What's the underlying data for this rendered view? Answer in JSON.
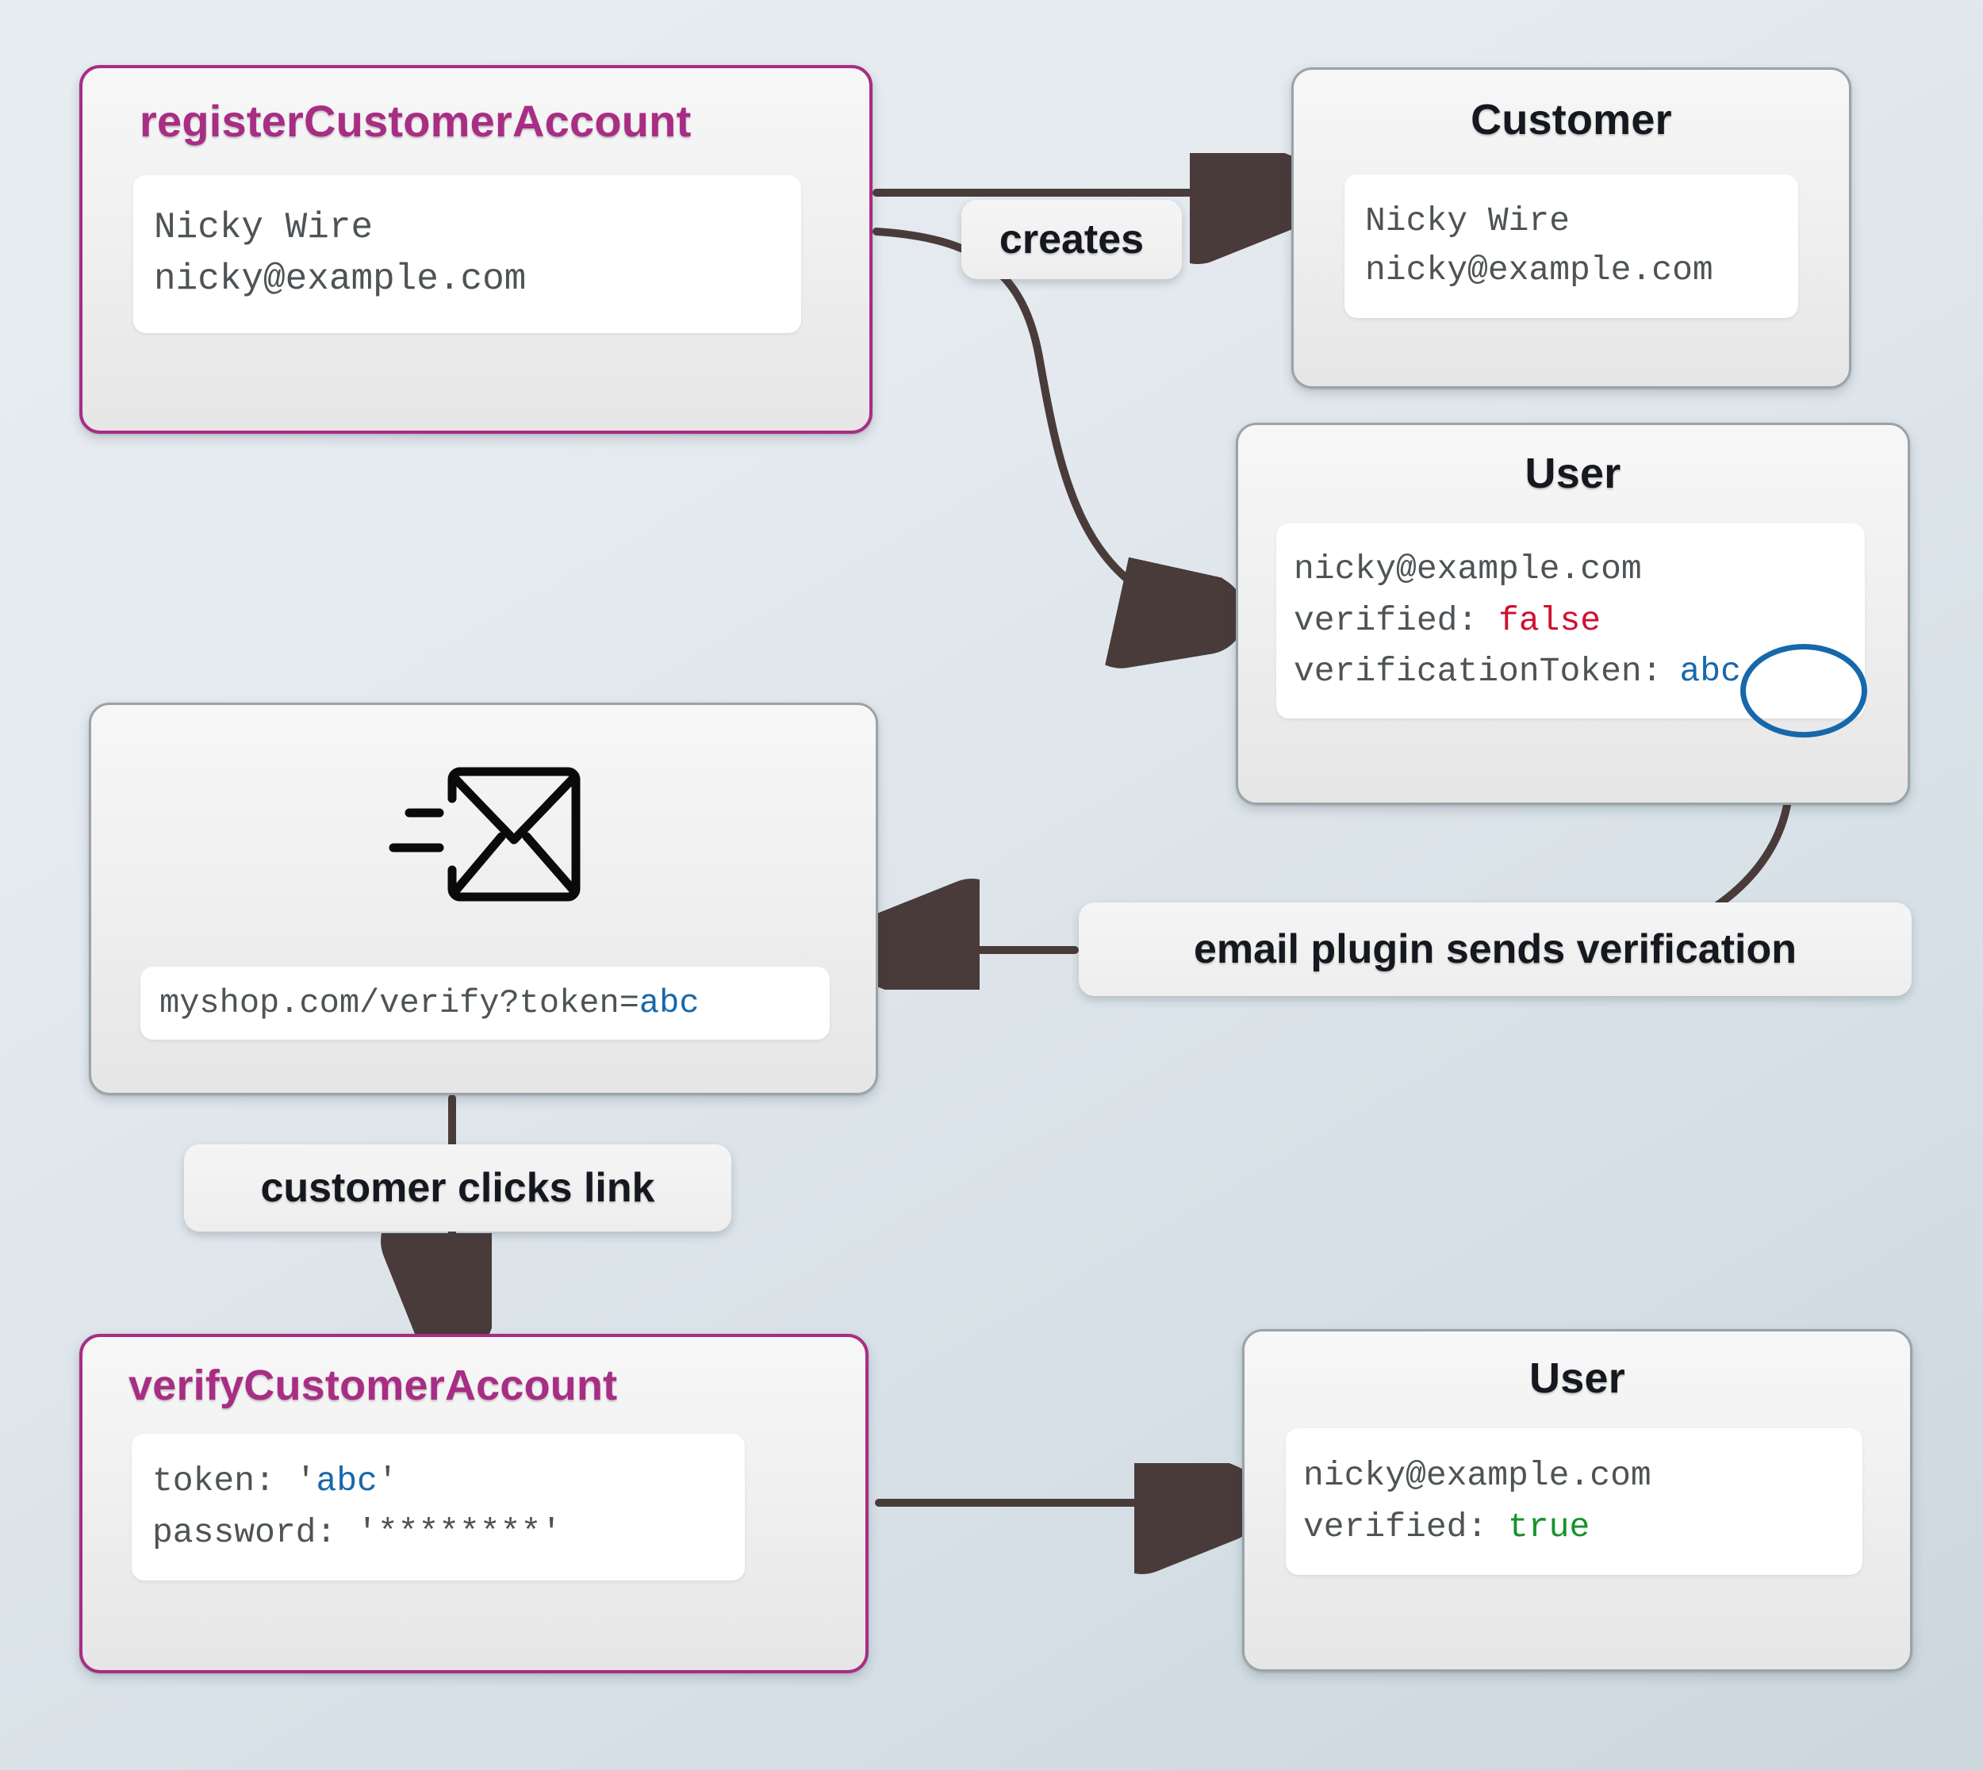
{
  "diagram": {
    "title": "customer account registration and email verification flow",
    "accent_color": "#a82d84",
    "edge_color": "#4a3b3b",
    "token_highlight_color": "#1668ab",
    "false_color": "#d01030",
    "true_color": "#17922a"
  },
  "nodes": {
    "register": {
      "title": "registerCustomerAccount",
      "lines": [
        "Nicky Wire",
        "nicky@example.com"
      ]
    },
    "customer": {
      "title": "Customer",
      "lines": [
        "Nicky Wire",
        "nicky@example.com"
      ]
    },
    "user_unverified": {
      "title": "User",
      "email": "nicky@example.com",
      "verified_label": "verified: ",
      "verified_value": "false",
      "token_label": "verificationToken:",
      "token_value": "abc"
    },
    "email": {
      "icon": "send-email-icon",
      "url_prefix": "myshop.com/verify?token=",
      "url_token": "abc"
    },
    "verify": {
      "title": "verifyCustomerAccount",
      "token_label": "token: ",
      "token_value": "abc",
      "quote": "'",
      "password_label": "password: ",
      "password_value": "'********'"
    },
    "user_verified": {
      "title": "User",
      "email": "nicky@example.com",
      "verified_label": "verified: ",
      "verified_value": "true"
    }
  },
  "edges": {
    "creates": "creates",
    "email_plugin": "email plugin sends verification",
    "clicks": "customer clicks link"
  }
}
